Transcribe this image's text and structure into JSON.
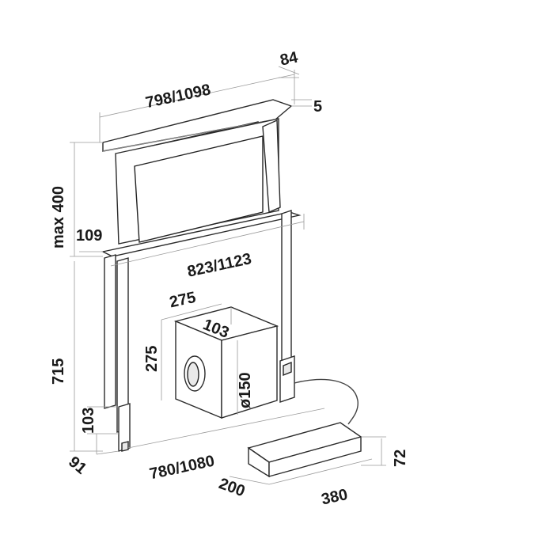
{
  "dimensions": {
    "top_width": "798/1098",
    "top_depth": "84",
    "top_thickness": "5",
    "max_height": "max 400",
    "base_offset": "109",
    "base_width": "823/1123",
    "motor_width": "275",
    "motor_depth": "103",
    "motor_height": "275",
    "motor_outlet": "ø150",
    "lower_height": "715",
    "foot_height": "103",
    "foot_depth": "91",
    "frame_width": "780/1080",
    "control_depth": "200",
    "control_width": "380",
    "control_height": "72"
  }
}
